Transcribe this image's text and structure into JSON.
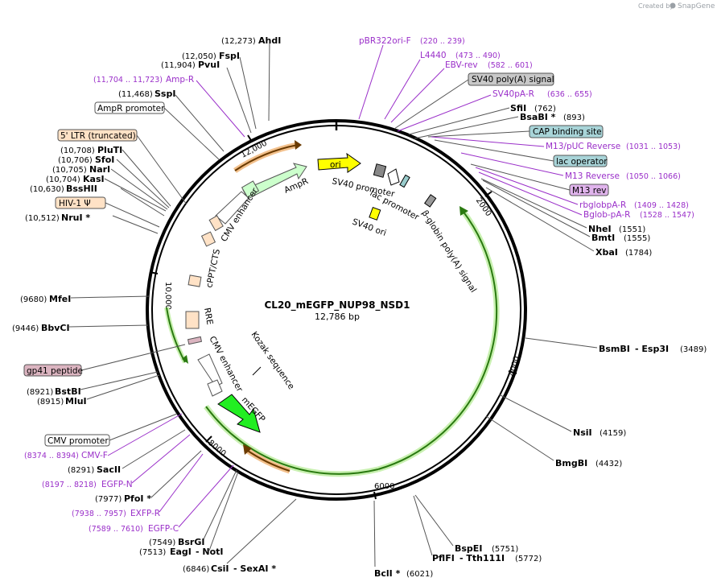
{
  "brand": {
    "created_by": "Created by",
    "name": "SnapGene"
  },
  "plasmid": {
    "name": "CL20_mEGFP_NUP98_NSD1",
    "length": "12,786 bp"
  },
  "ticks": [
    "2000",
    "4000",
    "6000",
    "8000",
    "10,000",
    "12,000"
  ],
  "sites_left": [
    {
      "pos": "(12,273)",
      "name": "AhdI"
    },
    {
      "pos": "(12,050)",
      "name": "FspI"
    },
    {
      "pos": "(11,904)",
      "name": "PvuI"
    },
    {
      "pos": "(11,468)",
      "name": "SspI"
    },
    {
      "pos": "(10,708)",
      "name": "PluTI"
    },
    {
      "pos": "(10,706)",
      "name": "SfoI"
    },
    {
      "pos": "(10,705)",
      "name": "NarI"
    },
    {
      "pos": "(10,704)",
      "name": "KasI"
    },
    {
      "pos": "(10,630)",
      "name": "BssHII"
    },
    {
      "pos": "(10,512)",
      "name": "NruI *"
    },
    {
      "pos": "(9680)",
      "name": "MfeI"
    },
    {
      "pos": "(9446)",
      "name": "BbvCI"
    },
    {
      "pos": "(8921)",
      "name": "BstBI"
    },
    {
      "pos": "(8915)",
      "name": "MluI"
    },
    {
      "pos": "(8291)",
      "name": "SacII"
    },
    {
      "pos": "(7977)",
      "name": "PfoI *"
    },
    {
      "pos": "(7549)",
      "name": "BsrGI"
    },
    {
      "pos": "(7513)",
      "name": "EagI",
      "name2": "NotI"
    },
    {
      "pos": "(6846)",
      "name": "CsiI",
      "name2": "SexAI *"
    }
  ],
  "sites_right": [
    {
      "name": "SfiI",
      "pos": "(762)"
    },
    {
      "name": "BsaBI *",
      "pos": "(893)"
    },
    {
      "name": "NheI",
      "pos": "(1551)"
    },
    {
      "name": "BmtI",
      "pos": "(1555)"
    },
    {
      "name": "XbaI",
      "pos": "(1784)"
    },
    {
      "name": "BsmBI",
      "name2": "Esp3I",
      "pos": "(3489)"
    },
    {
      "name": "NsiI",
      "pos": "(4159)"
    },
    {
      "name": "BmgBI",
      "pos": "(4432)"
    },
    {
      "name": "BspEI",
      "pos": "(5751)"
    },
    {
      "name": "PflFI",
      "name2": "Tth111I",
      "pos": "(5772)"
    },
    {
      "name": "BclI *",
      "pos": "(6021)"
    }
  ],
  "primers": [
    {
      "name": "pBR322ori-F",
      "range": "(220 .. 239)"
    },
    {
      "name": "L4440",
      "range": "(473 .. 490)"
    },
    {
      "name": "EBV-rev",
      "range": "(582 .. 601)"
    },
    {
      "name": "SV40pA-R",
      "range": "(636 .. 655)"
    },
    {
      "name": "M13/pUC Reverse",
      "range": "(1031 .. 1053)"
    },
    {
      "name": "M13 Reverse",
      "range": "(1050 .. 1066)"
    },
    {
      "name": "rbglobpA-R",
      "range": "(1409 .. 1428)"
    },
    {
      "name": "Bglob-pA-R",
      "range": "(1528 .. 1547)"
    },
    {
      "name": "Amp-R",
      "range": "(11,704 .. 11,723)"
    },
    {
      "name": "CMV-F",
      "range": "(8374 .. 8394)"
    },
    {
      "name": "EGFP-N",
      "range": "(8197 .. 8218)"
    },
    {
      "name": "EXFP-R",
      "range": "(7938 .. 7957)"
    },
    {
      "name": "EGFP-C",
      "range": "(7589 .. 7610)"
    }
  ],
  "boxed_features": [
    {
      "name": "SV40 poly(A) signal",
      "color": "#c8c8c8"
    },
    {
      "name": "CAP binding site",
      "color": "#a8d4d8"
    },
    {
      "name": "lac operator",
      "color": "#a8d4d8"
    },
    {
      "name": "M13 rev",
      "color": "#e0b4ec"
    },
    {
      "name": "AmpR promoter",
      "color": "#ffffff"
    },
    {
      "name": "5' LTR (truncated)",
      "color": "#ffe2c6"
    },
    {
      "name": "HIV-1 Ψ",
      "color": "#ffe2c6"
    },
    {
      "name": "gp41 peptide",
      "color": "#dbb4c0"
    },
    {
      "name": "CMV promoter",
      "color": "#ffffff"
    }
  ],
  "inner_labels": {
    "ori": "ori",
    "ampr": "AmpR",
    "sv40_promoter": "SV40 promoter",
    "lac_promoter": "lac promoter",
    "sv40_ori": "SV40 ori",
    "beta_globin": "β-globin poly(A) signal",
    "cmv_enhancer_top": "CMV enhancer",
    "cppt": "cPPT/CTS",
    "rre": "RRE",
    "cmv_enhancer_bottom": "CMV enhancer",
    "kozak": "Kozak sequence",
    "megfp": "mEGFP"
  },
  "colors": {
    "primer": "#9a2fc9",
    "ori": "#ffff00",
    "ampr": "#ccffcc",
    "megfp": "#22ee22",
    "orf": "#f0a030"
  }
}
